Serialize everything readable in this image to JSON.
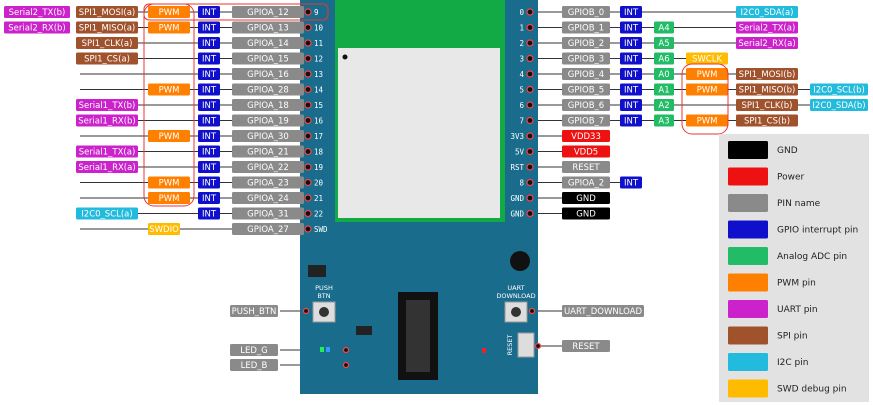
{
  "colors": {
    "gnd": "#000000",
    "power": "#ee1111",
    "pin": "#8a8a8a",
    "int": "#1010cc",
    "adc": "#22bb66",
    "pwm": "#ff8000",
    "uart": "#cc22cc",
    "spi": "#a0522d",
    "i2c": "#22bbdd",
    "swd": "#ffbb00",
    "board": "#1a6c8c",
    "module": "#11aa44"
  },
  "left_pins": [
    {
      "num": "9",
      "tags": [
        [
          "Serial2_TX(b)",
          "uart"
        ],
        [
          "SPI1_MOSI(a)",
          "spi"
        ],
        [
          "PWM",
          "pwm"
        ],
        [
          "INT",
          "int"
        ],
        [
          "GPIOA_12",
          "pin"
        ]
      ]
    },
    {
      "num": "10",
      "tags": [
        [
          "Serial2_RX(b)",
          "uart"
        ],
        [
          "SPI1_MISO(a)",
          "spi"
        ],
        [
          "PWM",
          "pwm"
        ],
        [
          "INT",
          "int"
        ],
        [
          "GPIOA_13",
          "pin"
        ]
      ]
    },
    {
      "num": "11",
      "tags": [
        [
          "SPI1_CLK(a)",
          "spi"
        ],
        [
          "INT",
          "int"
        ],
        [
          "GPIOA_14",
          "pin"
        ]
      ]
    },
    {
      "num": "12",
      "tags": [
        [
          "SPI1_CS(a)",
          "spi"
        ],
        [
          "INT",
          "int"
        ],
        [
          "GPIOA_15",
          "pin"
        ]
      ]
    },
    {
      "num": "13",
      "tags": [
        [
          "INT",
          "int"
        ],
        [
          "GPIOA_16",
          "pin"
        ]
      ]
    },
    {
      "num": "14",
      "tags": [
        [
          "PWM",
          "pwm"
        ],
        [
          "INT",
          "int"
        ],
        [
          "GPIOA_28",
          "pin"
        ]
      ]
    },
    {
      "num": "15",
      "tags": [
        [
          "Serial1_TX(b)",
          "uart"
        ],
        [
          "INT",
          "int"
        ],
        [
          "GPIOA_18",
          "pin"
        ]
      ]
    },
    {
      "num": "16",
      "tags": [
        [
          "Serial1_RX(b)",
          "uart"
        ],
        [
          "INT",
          "int"
        ],
        [
          "GPIOA_19",
          "pin"
        ]
      ]
    },
    {
      "num": "17",
      "tags": [
        [
          "PWM",
          "pwm"
        ],
        [
          "INT",
          "int"
        ],
        [
          "GPIOA_30",
          "pin"
        ]
      ]
    },
    {
      "num": "18",
      "tags": [
        [
          "Serial1_TX(a)",
          "uart"
        ],
        [
          "INT",
          "int"
        ],
        [
          "GPIOA_21",
          "pin"
        ]
      ]
    },
    {
      "num": "19",
      "tags": [
        [
          "Serial1_RX(a)",
          "uart"
        ],
        [
          "INT",
          "int"
        ],
        [
          "GPIOA_22",
          "pin"
        ]
      ]
    },
    {
      "num": "20",
      "tags": [
        [
          "PWM",
          "pwm"
        ],
        [
          "INT",
          "int"
        ],
        [
          "GPIOA_23",
          "pin"
        ]
      ]
    },
    {
      "num": "21",
      "tags": [
        [
          "PWM",
          "pwm"
        ],
        [
          "INT",
          "int"
        ],
        [
          "GPIOA_24",
          "pin"
        ]
      ]
    },
    {
      "num": "22",
      "tags": [
        [
          "I2C0_SCL(a)",
          "i2c"
        ],
        [
          "INT",
          "int"
        ],
        [
          "GPIOA_31",
          "pin"
        ]
      ]
    },
    {
      "num": "SWD",
      "tags": [
        [
          "SWDIO",
          "swd"
        ],
        [
          "GPIOA_27",
          "pin"
        ]
      ]
    }
  ],
  "right_pins": [
    {
      "num": "0",
      "tags": [
        [
          "GPIOB_0",
          "pin"
        ],
        [
          "INT",
          "int"
        ],
        [
          "I2C0_SDA(a)",
          "i2c"
        ]
      ]
    },
    {
      "num": "1",
      "tags": [
        [
          "GPIOB_1",
          "pin"
        ],
        [
          "INT",
          "int"
        ],
        [
          "A4",
          "adc"
        ],
        [
          "Serial2_TX(a)",
          "uart"
        ]
      ]
    },
    {
      "num": "2",
      "tags": [
        [
          "GPIOB_2",
          "pin"
        ],
        [
          "INT",
          "int"
        ],
        [
          "A5",
          "adc"
        ],
        [
          "Serial2_RX(a)",
          "uart"
        ]
      ]
    },
    {
      "num": "3",
      "tags": [
        [
          "GPIOB_3",
          "pin"
        ],
        [
          "INT",
          "int"
        ],
        [
          "A6",
          "adc"
        ],
        [
          "SWCLK",
          "swd"
        ]
      ]
    },
    {
      "num": "4",
      "tags": [
        [
          "GPIOB_4",
          "pin"
        ],
        [
          "INT",
          "int"
        ],
        [
          "A0",
          "adc"
        ],
        [
          "PWM",
          "pwm"
        ],
        [
          "SPI1_MOSI(b)",
          "spi"
        ]
      ]
    },
    {
      "num": "5",
      "tags": [
        [
          "GPIOB_5",
          "pin"
        ],
        [
          "INT",
          "int"
        ],
        [
          "A1",
          "adc"
        ],
        [
          "PWM",
          "pwm"
        ],
        [
          "SPI1_MISO(b)",
          "spi"
        ],
        [
          "I2C0_SCL(b)",
          "i2c"
        ]
      ]
    },
    {
      "num": "6",
      "tags": [
        [
          "GPIOB_6",
          "pin"
        ],
        [
          "INT",
          "int"
        ],
        [
          "A2",
          "adc"
        ],
        [
          "",
          "none"
        ],
        [
          "SPI1_CLK(b)",
          "spi"
        ],
        [
          "I2C0_SDA(b)",
          "i2c"
        ]
      ]
    },
    {
      "num": "7",
      "tags": [
        [
          "GPIOB_7",
          "pin"
        ],
        [
          "INT",
          "int"
        ],
        [
          "A3",
          "adc"
        ],
        [
          "PWM",
          "pwm"
        ],
        [
          "SPI1_CS(b)",
          "spi"
        ]
      ]
    },
    {
      "num": "3V3",
      "tags": [
        [
          "VDD33",
          "power"
        ]
      ]
    },
    {
      "num": "5V",
      "tags": [
        [
          "VDD5",
          "power"
        ]
      ]
    },
    {
      "num": "RST",
      "tags": [
        [
          "RESET",
          "pin"
        ]
      ]
    },
    {
      "num": "8",
      "tags": [
        [
          "GPIOA_2",
          "pin"
        ],
        [
          "INT",
          "int"
        ]
      ]
    },
    {
      "num": "GND",
      "tags": [
        [
          "GND",
          "gnd"
        ]
      ]
    },
    {
      "num": "GND",
      "tags": [
        [
          "GND",
          "gnd"
        ]
      ]
    }
  ],
  "bottom_left": [
    {
      "label": "PUSH_BTN"
    },
    {
      "label": "LED_G"
    },
    {
      "label": "LED_B"
    }
  ],
  "bottom_right": [
    {
      "label": "UART_DOWNLOAD"
    },
    {
      "label": "RESET"
    }
  ],
  "board_text": {
    "push_btn_1": "PUSH",
    "push_btn_2": "BTN",
    "uart_1": "UART",
    "uart_2": "DOWNLOAD",
    "reset": "RESET"
  },
  "legend": [
    {
      "label": "GND",
      "color": "gnd"
    },
    {
      "label": "Power",
      "color": "power"
    },
    {
      "label": "PIN name",
      "color": "pin"
    },
    {
      "label": "GPIO interrupt pin",
      "color": "int"
    },
    {
      "label": "Analog ADC pin",
      "color": "adc"
    },
    {
      "label": "PWM pin",
      "color": "pwm"
    },
    {
      "label": "UART pin",
      "color": "uart"
    },
    {
      "label": "SPI pin",
      "color": "spi"
    },
    {
      "label": "I2C pin",
      "color": "i2c"
    },
    {
      "label": "SWD debug pin",
      "color": "swd"
    }
  ]
}
